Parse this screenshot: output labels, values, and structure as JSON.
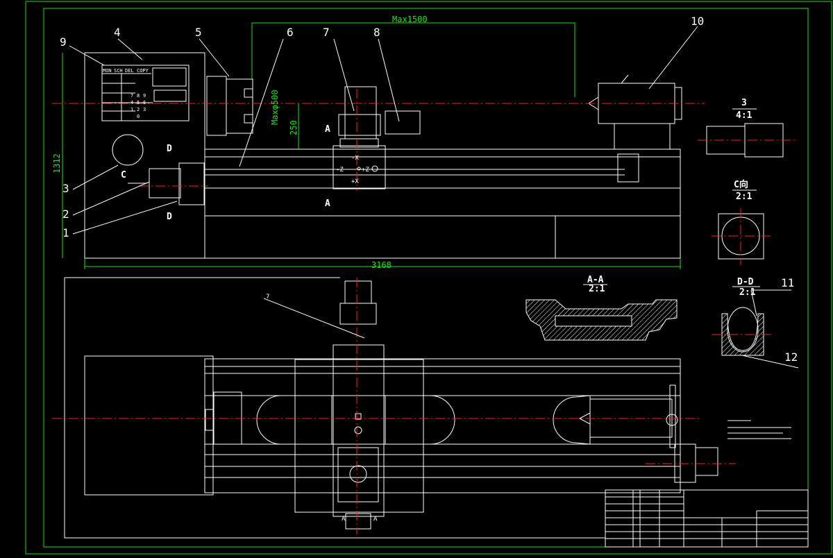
{
  "drawing": {
    "part_labels": [
      "9",
      "4",
      "5",
      "6",
      "7",
      "8",
      "10",
      "3",
      "2",
      "1",
      "11",
      "12"
    ],
    "section_marks": {
      "a_top": "A",
      "a_bottom": "A",
      "d_top": "D",
      "d_bottom": "D",
      "c_view": "C",
      "a_plan_left": "A",
      "a_plan_right": "A"
    },
    "dimensions": {
      "max_length": "Max1500",
      "max_dia": "Maxφ500",
      "center_height": "250",
      "overall_height": "1312",
      "overall_length": "3168"
    },
    "control_panel": {
      "buttons": [
        "MON",
        "SCH",
        "DEL",
        "COPY"
      ],
      "keys": [
        "7",
        "8",
        "9",
        "4",
        "5",
        "6",
        "1",
        "2",
        "3",
        "0"
      ]
    },
    "carriage_marks": {
      "plus_x": "+X",
      "minus_x": "-X",
      "minus_z": "-Z",
      "plus_z": "+Z"
    },
    "detail_views": [
      {
        "name": "3",
        "scale": "4:1"
      },
      {
        "name": "C向",
        "scale": "2:1"
      },
      {
        "name": "A-A",
        "scale": "2:1"
      },
      {
        "name": "D-D",
        "scale": "2:1"
      }
    ],
    "plan_leader": "7"
  },
  "colors": {
    "background": "#000000",
    "outline": "#ffffff",
    "dimension": "#19e619",
    "centerline": "#ff2020"
  }
}
